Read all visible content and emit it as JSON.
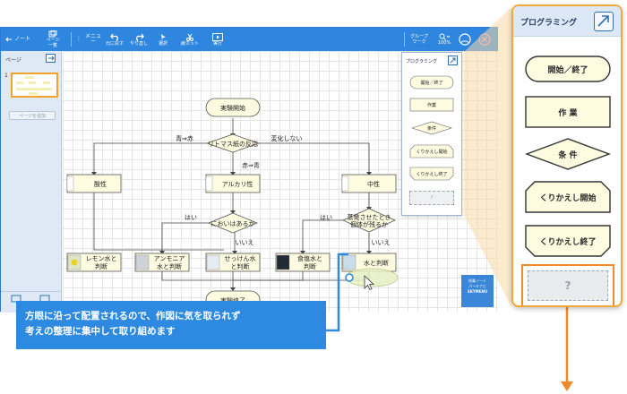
{
  "toolbar": {
    "note": "ノート",
    "page_list": "ページ\n一覧",
    "menu": "メニュー",
    "undo": "元に戻す",
    "redo": "やり直し",
    "select": "選択",
    "cut_object": "線カット",
    "execute": "実行",
    "group_work": "グループ\nワーク",
    "zoom": "100%"
  },
  "pages_panel": {
    "header": "ページ",
    "page_number": "1",
    "add_page": "ページを追加"
  },
  "flowchart": {
    "start": "実験開始",
    "decision_litmus": "リトマス紙の反応",
    "branch_blue_red": "青⇒赤",
    "branch_no_change": "変化しない",
    "branch_red_blue": "赤⇒青",
    "acidic": "酸性",
    "alkaline": "アルカリ性",
    "neutral": "中性",
    "decision_smell": "においはあるか",
    "decision_evaporate_1": "蒸発させたとき",
    "decision_evaporate_2": "個体が残るか",
    "yes_1": "はい",
    "no_1": "いいえ",
    "yes_2": "はい",
    "no_2": "いいえ",
    "lemon_1": "レモン水と",
    "lemon_2": "判断",
    "ammonia_1": "アンモニア",
    "ammonia_2": "水と判断",
    "soap_1": "せっけん水",
    "soap_2": "と判断",
    "salt_1": "食塩水と",
    "salt_2": "判断",
    "water": "水と判断",
    "end": "実験終了"
  },
  "mini_palette": {
    "title": "プログラミング",
    "items": [
      "開始／終了",
      "作業",
      "条件",
      "くりかえし開始",
      "くりかえし終了",
      "?"
    ]
  },
  "skymenu": {
    "line1": "授業ノート",
    "line2": "パーキナビ",
    "line3": "SKYMENU"
  },
  "big_palette": {
    "title": "プログラミング",
    "items": [
      "開始／終了",
      "作 業",
      "条 件",
      "くりかえし開始",
      "くりかえし終了"
    ],
    "unknown": "?"
  },
  "callout": {
    "line1": "方眼に沿って配置されるので、作図に気を取られず",
    "line2": "考えの整理に集中して取り組めます"
  },
  "colors": {
    "toolbar": "#2f86de",
    "node_fill": "#fdfbe0",
    "accent_orange": "#f2a93b",
    "callout": "#2d8ae0"
  }
}
